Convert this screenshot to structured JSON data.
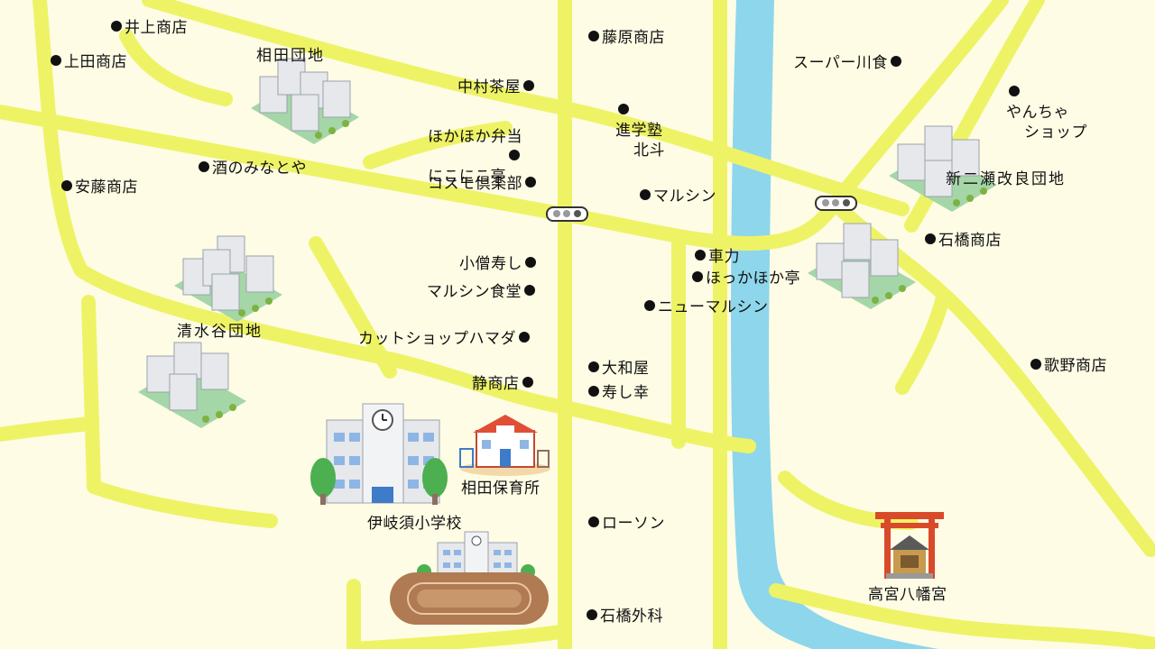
{
  "colors": {
    "background": "#FEFCE5",
    "road": "#EEF366",
    "river": "#8ED6EC",
    "building": "#E6E8EC",
    "tree": "#7CB342",
    "torii": "#D94A2A",
    "track": "#B07A52"
  },
  "map": {
    "shops": [
      {
        "id": "inoue",
        "name": "井上商店"
      },
      {
        "id": "ueda",
        "name": "上田商店"
      },
      {
        "id": "ando",
        "name": "安藤商店"
      },
      {
        "id": "sake",
        "name": "酒のみなとや"
      },
      {
        "id": "fujiwara",
        "name": "藤原商店"
      },
      {
        "id": "nakamura",
        "name": "中村茶屋"
      },
      {
        "id": "bento",
        "lines": [
          "ほかほか弁当",
          "にこにこ亭"
        ]
      },
      {
        "id": "cosmo",
        "name": "コスモ倶楽部"
      },
      {
        "id": "kozo",
        "name": "小僧寿し"
      },
      {
        "id": "marushin_shokudo",
        "name": "マルシン食堂"
      },
      {
        "id": "cutshop",
        "name": "カットショップハマダ"
      },
      {
        "id": "shizuka",
        "name": "静商店"
      },
      {
        "id": "shingaku",
        "lines": [
          "進学塾",
          "北斗"
        ]
      },
      {
        "id": "marushin",
        "name": "マルシン"
      },
      {
        "id": "shariki",
        "name": "車力"
      },
      {
        "id": "hokka",
        "name": "ほっかほか亭"
      },
      {
        "id": "newmarushin",
        "name": "ニューマルシン"
      },
      {
        "id": "yamatoya",
        "name": "大和屋"
      },
      {
        "id": "sushiko",
        "name": "寿し幸"
      },
      {
        "id": "lawson",
        "name": "ローソン"
      },
      {
        "id": "ishibashi_geka",
        "name": "石橋外科"
      },
      {
        "id": "super",
        "name": "スーパー川食"
      },
      {
        "id": "yancha",
        "lines": [
          "やんちゃ",
          "ショップ"
        ]
      },
      {
        "id": "ishibashi",
        "name": "石橋商店"
      },
      {
        "id": "utano",
        "name": "歌野商店"
      }
    ],
    "areas": {
      "aida_danchi": "相田団地",
      "shimizudani_danchi": "清水谷団地",
      "shinnise_danchi": "新二瀬改良団地"
    },
    "facilities": {
      "nursery": "相田保育所",
      "school": "伊岐須小学校",
      "shrine": "高宮八幡宮"
    },
    "icons": {
      "shop_marker": "dot-marker-icon",
      "traffic_light": "traffic-light-icon",
      "apartment": "apartment-complex-icon",
      "school_building": "school-building-icon",
      "nursery_building": "nursery-building-icon",
      "sports_field": "running-track-icon",
      "shrine": "torii-shrine-icon"
    }
  }
}
